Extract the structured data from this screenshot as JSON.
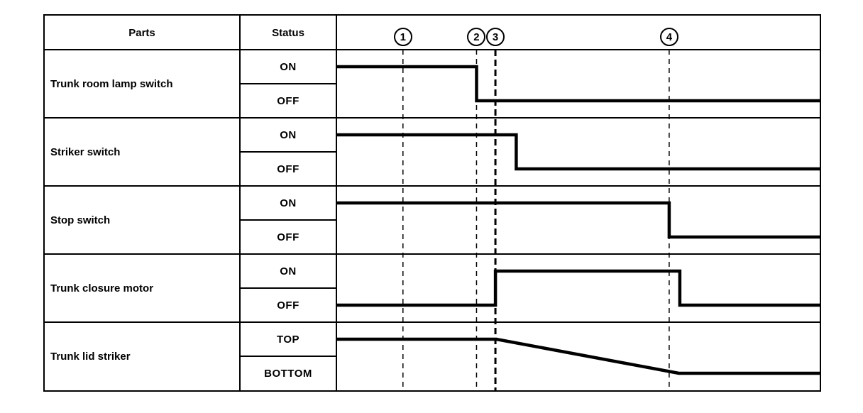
{
  "colors": {
    "line": "#000000",
    "background": "#ffffff"
  },
  "header": {
    "parts_label": "Parts",
    "status_label": "Status"
  },
  "markers": [
    {
      "label": "1",
      "t": 13.9,
      "emphasized": false
    },
    {
      "label": "2",
      "t": 29.1,
      "emphasized": false
    },
    {
      "label": "3",
      "t": 33.0,
      "emphasized": true
    },
    {
      "label": "4",
      "t": 68.9,
      "emphasized": false
    }
  ],
  "chart_data": {
    "type": "timing-diagram",
    "x_unit": "percent-of-timeline",
    "x_range": [
      0,
      100
    ],
    "marker_times": {
      "1": 13.9,
      "2": 29.1,
      "3": 33.0,
      "4": 68.9
    },
    "rows": [
      {
        "label": "Trunk room lamp switch",
        "states": [
          "ON",
          "OFF"
        ],
        "wave": [
          [
            0,
            1
          ],
          [
            29.1,
            1
          ],
          [
            29.1,
            0
          ],
          [
            100,
            0
          ]
        ],
        "description": "ON from start, switches OFF at marker 2"
      },
      {
        "label": "Striker switch",
        "states": [
          "ON",
          "OFF"
        ],
        "wave": [
          [
            0,
            1
          ],
          [
            37.3,
            1
          ],
          [
            37.3,
            0
          ],
          [
            100,
            0
          ]
        ],
        "description": "ON from start, switches OFF shortly after marker 3"
      },
      {
        "label": "Stop switch",
        "states": [
          "ON",
          "OFF"
        ],
        "wave": [
          [
            0,
            1
          ],
          [
            68.9,
            1
          ],
          [
            68.9,
            0
          ],
          [
            100,
            0
          ]
        ],
        "description": "ON from start, switches OFF at marker 4"
      },
      {
        "label": "Trunk closure motor",
        "states": [
          "ON",
          "OFF"
        ],
        "wave": [
          [
            0,
            0
          ],
          [
            33.0,
            0
          ],
          [
            33.0,
            1
          ],
          [
            71.1,
            1
          ],
          [
            71.1,
            0
          ],
          [
            100,
            0
          ]
        ],
        "description": "OFF from start, ON at marker 3, OFF again just after marker 4"
      },
      {
        "label": "Trunk lid striker",
        "states": [
          "TOP",
          "BOTTOM"
        ],
        "wave": [
          [
            0,
            1
          ],
          [
            33.2,
            1
          ],
          [
            70.9,
            0
          ],
          [
            100,
            0
          ]
        ],
        "description": "TOP until marker 3, ramps down to BOTTOM just after marker 4"
      }
    ]
  }
}
